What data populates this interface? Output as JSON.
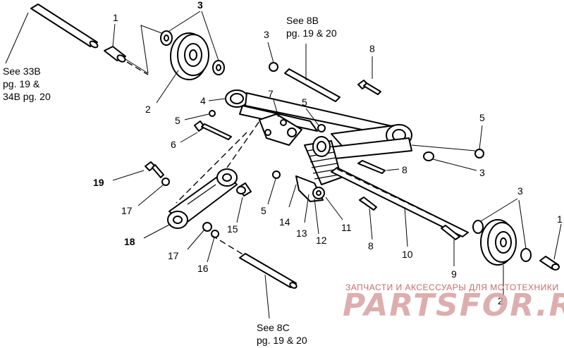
{
  "references": {
    "see_33b_line1": "See 33B",
    "see_33b_line2": "pg. 19 &",
    "see_33b_line3": "34B pg. 20",
    "see_8b_line1": "See 8B",
    "see_8b_line2": "pg. 19 &  20",
    "see_8c_line1": "See 8C",
    "see_8c_line2": "pg. 19 &  20"
  },
  "callouts": {
    "c1_top": "1",
    "c3_top_washer": "3",
    "c2_top_wheel": "2",
    "c3_top_mid": "3",
    "c8_top": "8",
    "c4": "4",
    "c7": "7",
    "c5_left": "5",
    "c5_mid": "5",
    "c6": "6",
    "c5_right": "5",
    "c3_right": "3",
    "c8_mid": "8",
    "c19": "19",
    "c17_top": "17",
    "c5_lower": "5",
    "c15": "15",
    "c14": "14",
    "c13": "13",
    "c12": "12",
    "c11": "11",
    "c8_lower": "8",
    "c3_lower_right": "3",
    "c1_right": "1",
    "c10": "10",
    "c9": "9",
    "c18": "18",
    "c17_bottom": "17",
    "c16": "16",
    "c2_bottom": "2"
  },
  "watermark": {
    "tagline": "ЗАПЧАСТИ И АКСЕССУАРЫ ДЛЯ МОТОТЕХНИКИ",
    "brand": "PARTSFOR.RU"
  },
  "colors": {
    "line": "#000000",
    "watermark": "#c86a6a"
  }
}
